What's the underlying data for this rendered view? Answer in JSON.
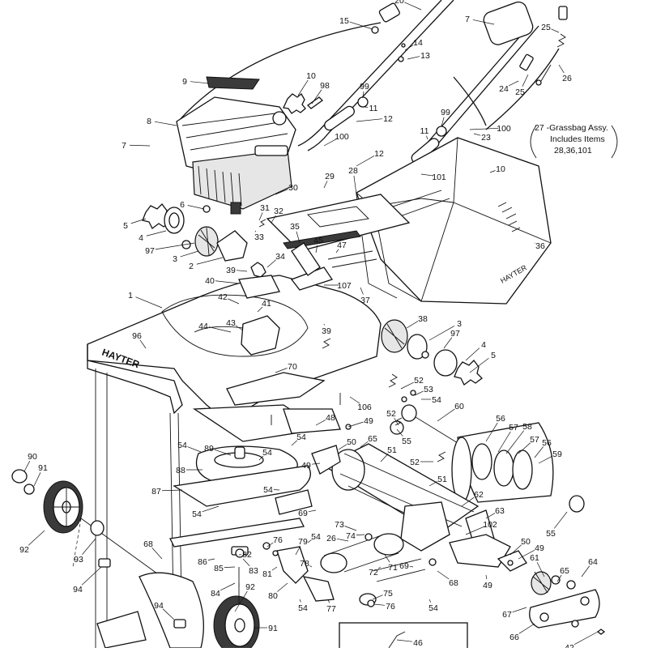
{
  "diagram": {
    "brand": "HAYTER",
    "callouts": [
      {
        "text": "20"
      },
      {
        "text": "7"
      },
      {
        "text": "15"
      },
      {
        "text": "14"
      },
      {
        "text": "13"
      },
      {
        "text": "25"
      },
      {
        "text": "24"
      },
      {
        "text": "25"
      },
      {
        "text": "26"
      },
      {
        "text": "9"
      },
      {
        "text": "10"
      },
      {
        "text": "98"
      },
      {
        "text": "99"
      },
      {
        "text": "11"
      },
      {
        "text": "12"
      },
      {
        "text": "8"
      },
      {
        "text": "7"
      },
      {
        "text": "100"
      },
      {
        "text": "99"
      },
      {
        "text": "11"
      },
      {
        "text": "100"
      },
      {
        "text": "23"
      },
      {
        "text": "12"
      },
      {
        "text": "28"
      },
      {
        "text": "101"
      },
      {
        "text": "10"
      },
      {
        "text": "29"
      },
      {
        "text": "30"
      },
      {
        "text": "6"
      },
      {
        "text": "31"
      },
      {
        "text": "32"
      },
      {
        "text": "5"
      },
      {
        "text": "33"
      },
      {
        "text": "35"
      },
      {
        "text": "4"
      },
      {
        "text": "45"
      },
      {
        "text": "47"
      },
      {
        "text": "97"
      },
      {
        "text": "36"
      },
      {
        "text": "3"
      },
      {
        "text": "34"
      },
      {
        "text": "2"
      },
      {
        "text": "39"
      },
      {
        "text": "40"
      },
      {
        "text": "107"
      },
      {
        "text": "37"
      },
      {
        "text": "1"
      },
      {
        "text": "42"
      },
      {
        "text": "41"
      },
      {
        "text": "38"
      },
      {
        "text": "3"
      },
      {
        "text": "44"
      },
      {
        "text": "43"
      },
      {
        "text": "39"
      },
      {
        "text": "97"
      },
      {
        "text": "96"
      },
      {
        "text": "4"
      },
      {
        "text": "5"
      },
      {
        "text": "70"
      },
      {
        "text": "52"
      },
      {
        "text": "53"
      },
      {
        "text": "54"
      },
      {
        "text": "106"
      },
      {
        "text": "60"
      },
      {
        "text": "48"
      },
      {
        "text": "52"
      },
      {
        "text": "49"
      },
      {
        "text": "56"
      },
      {
        "text": "57"
      },
      {
        "text": "58"
      },
      {
        "text": "54"
      },
      {
        "text": "55"
      },
      {
        "text": "50"
      },
      {
        "text": "65"
      },
      {
        "text": "57"
      },
      {
        "text": "56"
      },
      {
        "text": "54"
      },
      {
        "text": "89"
      },
      {
        "text": "54"
      },
      {
        "text": "51"
      },
      {
        "text": "59"
      },
      {
        "text": "90"
      },
      {
        "text": "49"
      },
      {
        "text": "52"
      },
      {
        "text": "91"
      },
      {
        "text": "88"
      },
      {
        "text": "51"
      },
      {
        "text": "87"
      },
      {
        "text": "54"
      },
      {
        "text": "62"
      },
      {
        "text": "55"
      },
      {
        "text": "54"
      },
      {
        "text": "69"
      },
      {
        "text": "63"
      },
      {
        "text": "73"
      },
      {
        "text": "92"
      },
      {
        "text": "74"
      },
      {
        "text": "102"
      },
      {
        "text": "68"
      },
      {
        "text": "76"
      },
      {
        "text": "54"
      },
      {
        "text": "26"
      },
      {
        "text": "79"
      },
      {
        "text": "50"
      },
      {
        "text": "82"
      },
      {
        "text": "49"
      },
      {
        "text": "93"
      },
      {
        "text": "86"
      },
      {
        "text": "78"
      },
      {
        "text": "71"
      },
      {
        "text": "69"
      },
      {
        "text": "85"
      },
      {
        "text": "81"
      },
      {
        "text": "72"
      },
      {
        "text": "61"
      },
      {
        "text": "64"
      },
      {
        "text": "94"
      },
      {
        "text": "83"
      },
      {
        "text": "68"
      },
      {
        "text": "49"
      },
      {
        "text": "65"
      },
      {
        "text": "84"
      },
      {
        "text": "80"
      },
      {
        "text": "75"
      },
      {
        "text": "92"
      },
      {
        "text": "94"
      },
      {
        "text": "54"
      },
      {
        "text": "77"
      },
      {
        "text": "76"
      },
      {
        "text": "54"
      },
      {
        "text": "67"
      },
      {
        "text": "91"
      },
      {
        "text": "46"
      },
      {
        "text": "66"
      },
      {
        "text": "42"
      }
    ],
    "note": {
      "line1": "27 -Grassbag Assy.",
      "line2": "Includes Items",
      "line3": "28,36,101"
    }
  }
}
